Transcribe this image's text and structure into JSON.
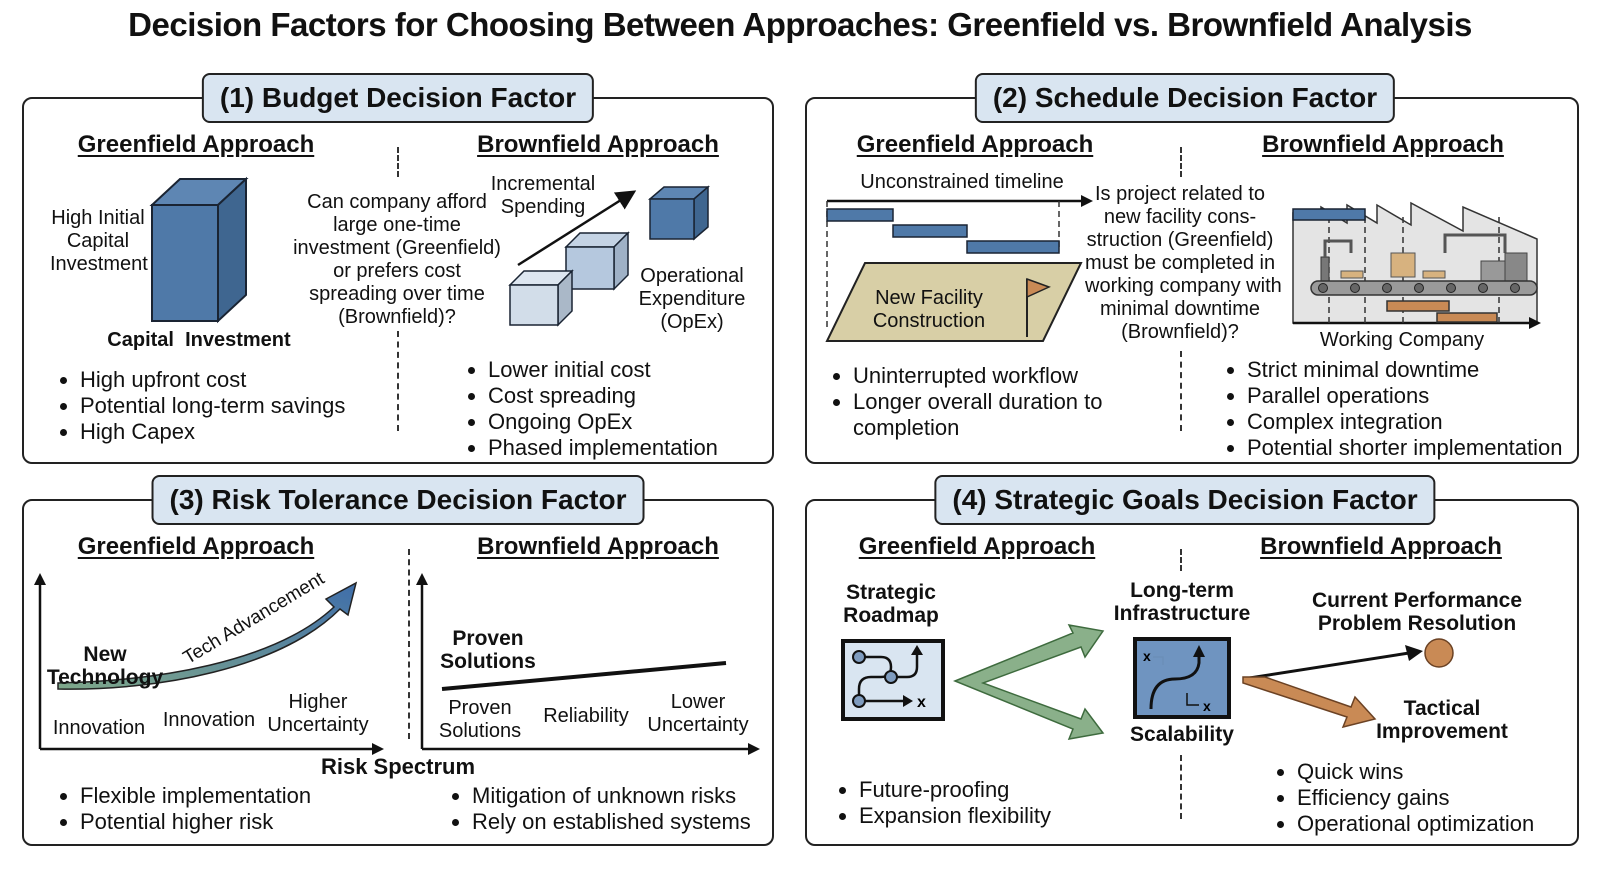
{
  "title": "Decision Factors for Choosing Between Approaches: Greenfield vs. Brownfield Analysis",
  "colors": {
    "blue": "#4f79a8",
    "light_blue": "#d9e5f1",
    "tan": "#d8cfa6",
    "orange": "#c98a55",
    "green": "#8ab08a"
  },
  "panels": {
    "budget": {
      "title": "(1) Budget Decision Factor",
      "green_header": "Greenfield Approach",
      "brown_header": "Brownfield Approach",
      "green_side_label": [
        "High Initial",
        "Capital",
        "Investment"
      ],
      "green_caption": "Capital  Investment",
      "question": [
        "Can company afford",
        "large one-time",
        "investment (Greenfield)",
        "or prefers cost",
        "spreading over time",
        "(Brownfield)?"
      ],
      "incremental_label": [
        "Incremental",
        "Spending"
      ],
      "opex_label": [
        "Operational",
        "Expenditure",
        "(OpEx)"
      ],
      "green_bullets": [
        "High upfront cost",
        "Potential long-term savings",
        "High Capex"
      ],
      "brown_bullets": [
        "Lower initial cost",
        "Cost spreading",
        "Ongoing OpEx",
        "Phased implementation"
      ]
    },
    "schedule": {
      "title": "(2) Schedule Decision Factor",
      "green_header": "Greenfield Approach",
      "brown_header": "Brownfield Approach",
      "timeline_label": "Unconstrained timeline",
      "facility_label": [
        "New Facility",
        "Construction"
      ],
      "question": [
        "Is project related to",
        "new facility cons-",
        "struction (Greenfield)",
        "must be completed in",
        "working company with",
        "minimal downtime",
        "(Brownfield)?"
      ],
      "working_company_label": "Working Company",
      "green_bullets": [
        "Uninterrupted workflow",
        "Longer overall duration to",
        "completion"
      ],
      "brown_bullets": [
        "Strict minimal downtime",
        "Parallel operations",
        "Complex integration",
        "Potential shorter implementation"
      ]
    },
    "risk": {
      "title": "(3) Risk Tolerance Decision Factor",
      "green_header": "Greenfield Approach",
      "brown_header": "Brownfield Approach",
      "new_tech_label": [
        "New",
        "Technology"
      ],
      "arrow_label": "Tech Advancement",
      "green_axis_labels": [
        [
          "Innovation"
        ],
        [
          "Innovation"
        ],
        [
          "Higher",
          "Uncertainty"
        ]
      ],
      "proven_label": [
        "Proven",
        "Solutions"
      ],
      "brown_axis_labels": [
        [
          "Proven",
          "Solutions"
        ],
        [
          "Reliability"
        ],
        [
          "Lower",
          "Uncertainty"
        ]
      ],
      "axis_title": "Risk Spectrum",
      "green_bullets": [
        "Flexible implementation",
        "Potential higher risk"
      ],
      "brown_bullets": [
        "Mitigation of unknown risks",
        "Rely on established systems"
      ]
    },
    "strategic": {
      "title": "(4) Strategic Goals Decision Factor",
      "green_header": "Greenfield Approach",
      "brown_header": "Brownfield Approach",
      "roadmap_label": [
        "Strategic",
        "Roadmap"
      ],
      "longterm_label": [
        "Long-term",
        "Infrastructure"
      ],
      "scalability_label": "Scalability",
      "current_label": [
        "Current Performance",
        "Problem Resolution"
      ],
      "tactical_label": [
        "Tactical",
        "Improvement"
      ],
      "green_bullets": [
        "Future-proofing",
        "Expansion flexibility"
      ],
      "brown_bullets": [
        "Quick wins",
        "Efficiency gains",
        "Operational optimization"
      ]
    }
  }
}
